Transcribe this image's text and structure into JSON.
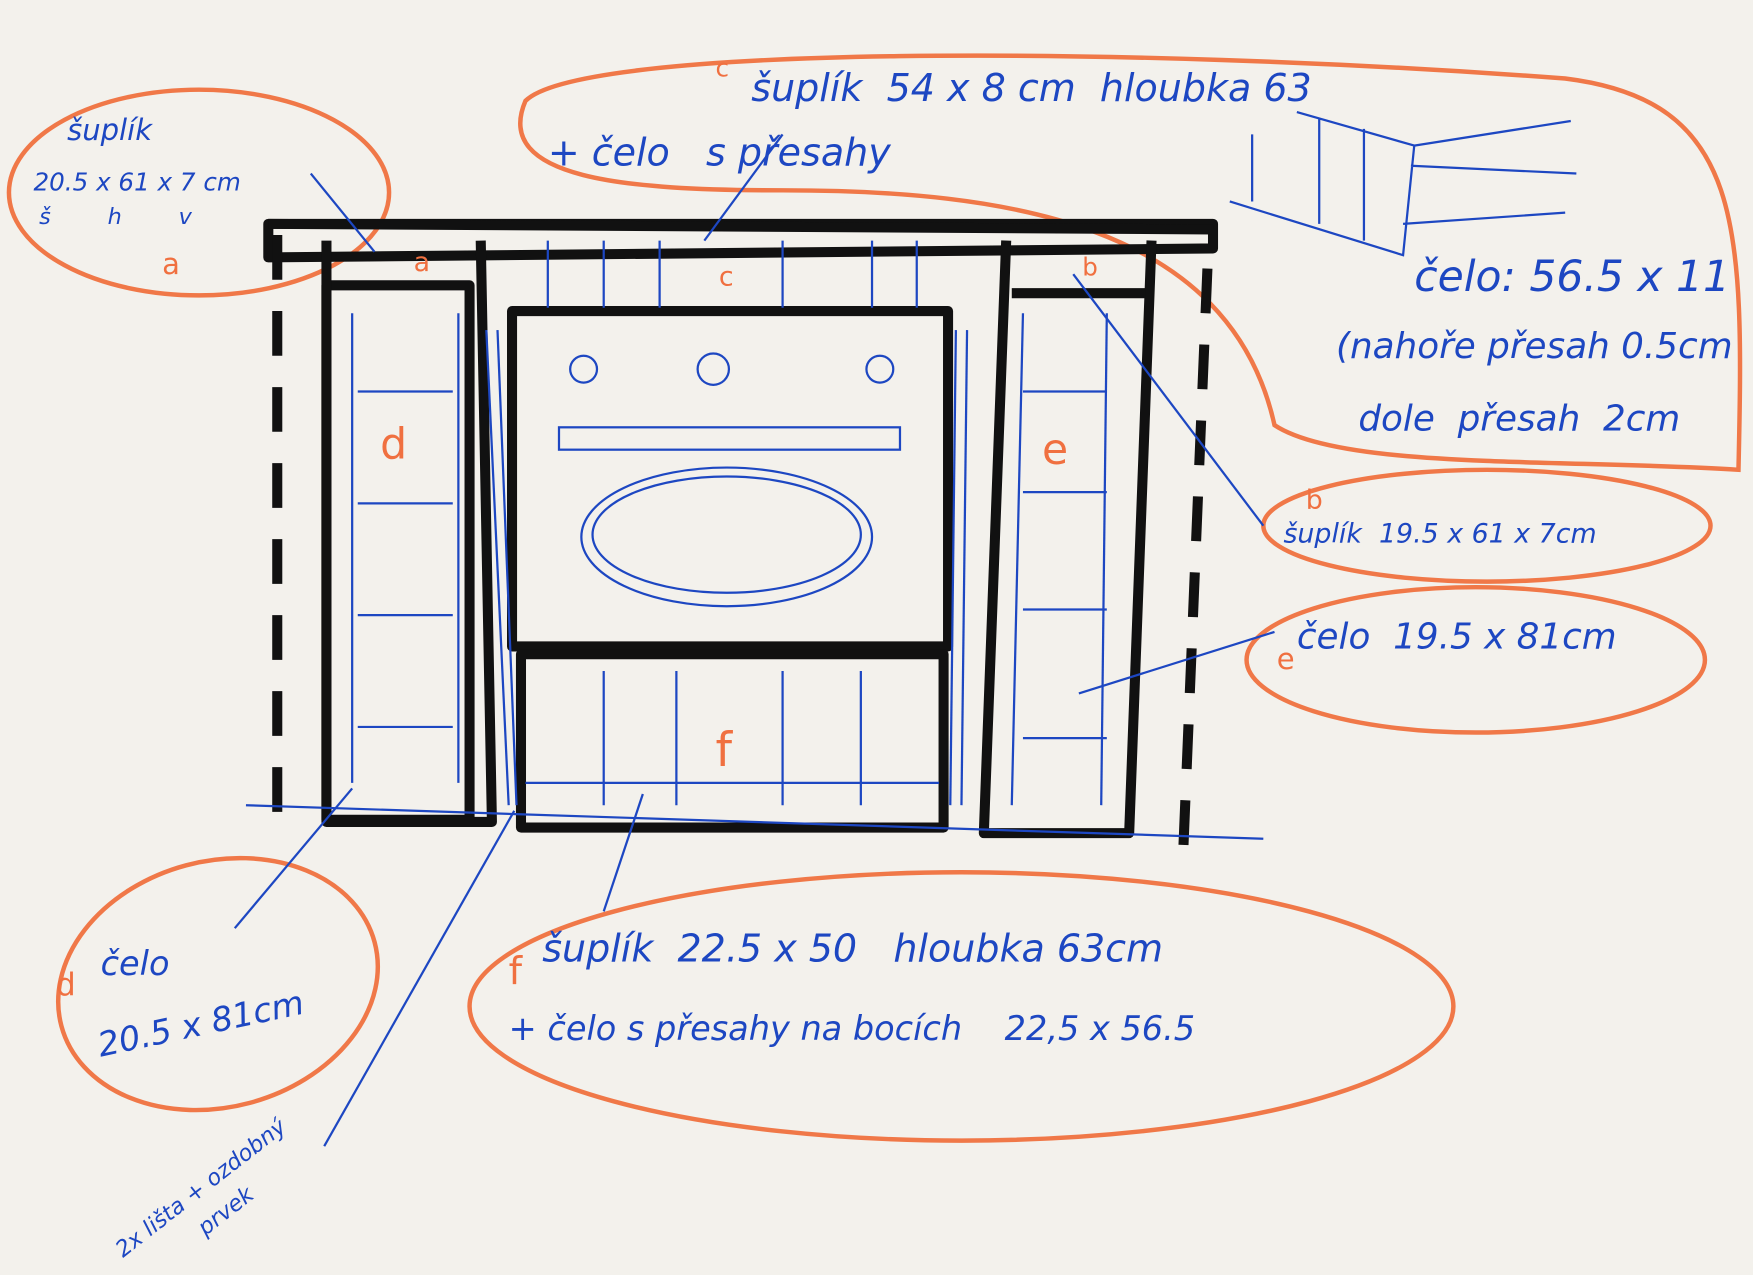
{
  "colors": {
    "paper": "#f3f1ec",
    "ink_blue": "#1d47c2",
    "marker_orange": "#f07040",
    "marker_black": "#111111"
  },
  "callouts": {
    "a": {
      "letter": "a",
      "title": "šuplík",
      "dims": "20.5 x 61 x 7 cm",
      "axes": "š        h        v"
    },
    "c": {
      "letter": "c",
      "line1": "šuplík  54 x 8 cm  hloubka 63",
      "line2": "+ čelo   s přesahy"
    },
    "c_front": {
      "line1": "čelo: 56.5 x 11",
      "line2": "(nahoře přesah 0.5cm",
      "line3": "dole  přesah  2cm"
    },
    "b": {
      "letter": "b",
      "text": "šuplík  19.5 x 61 x 7cm"
    },
    "e": {
      "letter": "e",
      "text": "čelo  19.5 x 81cm"
    },
    "d": {
      "letter": "d",
      "line1": "čelo",
      "line2": "20.5 x 81cm"
    },
    "f": {
      "letter": "f",
      "line1": "šuplík  22.5 x 50   hloubka 63cm",
      "line2": "+ čelo s přesahy na bocích    22,5 x 56.5"
    },
    "trim": {
      "line1": "2x lišta + ozdobný",
      "line2": "prvek"
    }
  },
  "drawing_labels": {
    "a": "a",
    "b": "b",
    "c": "c",
    "d": "d",
    "e": "e",
    "f": "f"
  }
}
